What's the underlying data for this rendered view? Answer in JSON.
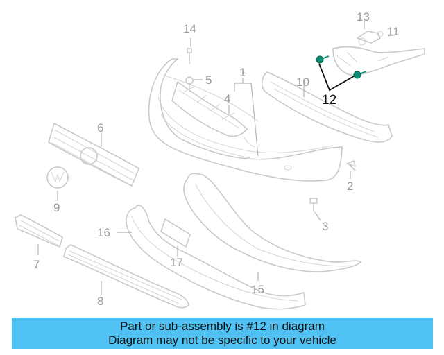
{
  "diagram": {
    "callouts": {
      "c1": "1",
      "c2": "2",
      "c3": "3",
      "c4": "4",
      "c5": "5",
      "c6": "6",
      "c7": "7",
      "c8": "8",
      "c9": "9",
      "c10": "10",
      "c11": "11",
      "c12": "12",
      "c13": "13",
      "c14": "14",
      "c15": "15",
      "c16": "16",
      "c17": "17"
    },
    "highlighted_part": "12",
    "colors": {
      "highlight": "#0b8f7a",
      "banner": "#4fc1f2",
      "linework": "#c9c9c9"
    }
  },
  "banner": {
    "line1": "Part or sub-assembly is #12 in diagram",
    "line2": "Diagram may not be specific to your vehicle"
  }
}
